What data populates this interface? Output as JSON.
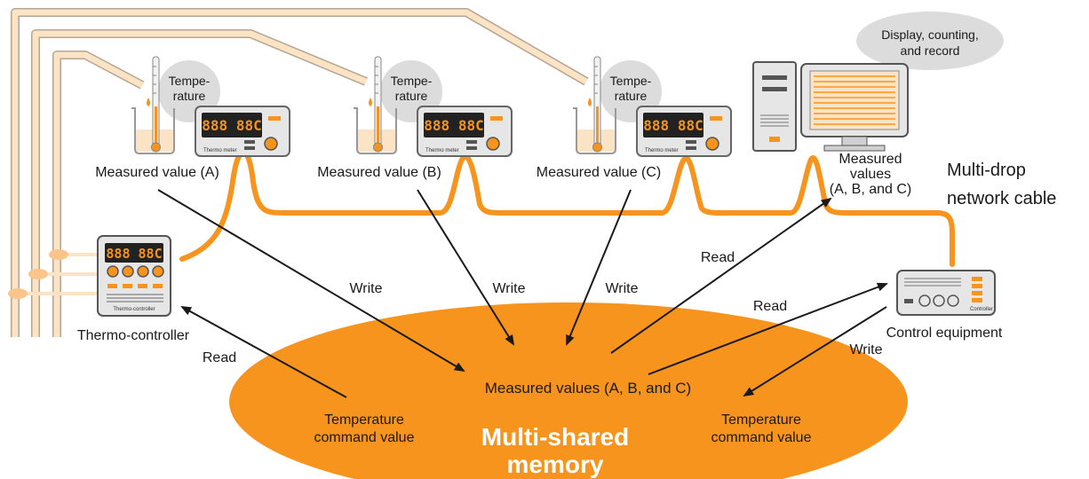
{
  "colors": {
    "accent_orange": "#f7941d",
    "cable_fill": "#fbe3c6",
    "device_body": "#d9d9d9",
    "display_bg": "#222222",
    "bubble_gray": "#dcdcdc"
  },
  "stations": [
    {
      "bubble": [
        "Tempe-",
        "rature"
      ],
      "display": "888 88C",
      "device_caption": "Thermo meter",
      "measured_label": "Measured value (A)"
    },
    {
      "bubble": [
        "Tempe-",
        "rature"
      ],
      "display": "888 88C",
      "device_caption": "Thermo meter",
      "measured_label": "Measured value (B)"
    },
    {
      "bubble": [
        "Tempe-",
        "rature"
      ],
      "display": "888 88C",
      "device_caption": "Thermo meter",
      "measured_label": "Measured value (C)"
    }
  ],
  "pc": {
    "bubble": [
      "Display, counting,",
      "and record"
    ],
    "measured": [
      "Measured",
      "values",
      "(A, B, and C)"
    ],
    "icons": [
      "pc-tower-icon",
      "monitor-icon"
    ]
  },
  "network_label": [
    "Multi-drop",
    "network cable"
  ],
  "thermo_controller": {
    "display": "888 88C",
    "device_caption": "Thermo-controller",
    "label": "Thermo-controller"
  },
  "control_equipment": {
    "device_caption": "Controller",
    "label": "Control equipment"
  },
  "memory": {
    "title": [
      "Multi-shared",
      "memory"
    ],
    "center_value": "Measured values (A, B, and C)",
    "left_value": [
      "Temperature",
      "command value"
    ],
    "right_value": [
      "Temperature",
      "command value"
    ]
  },
  "arrows": {
    "write": "Write",
    "read": "Read"
  }
}
